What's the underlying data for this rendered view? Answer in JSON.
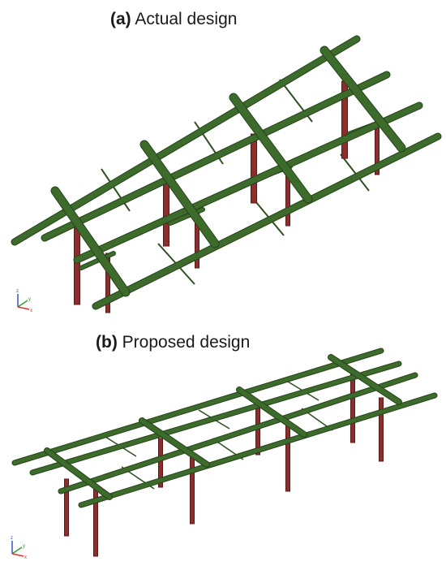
{
  "panels": [
    {
      "label": "(a)",
      "caption": "Actual design"
    },
    {
      "label": "(b)",
      "caption": "Proposed design"
    }
  ],
  "colors": {
    "rail": "#3d6b2c",
    "rail_edge": "#25441a",
    "post": "#8a2e2e",
    "post_edge": "#5a1818",
    "brace": "#2f4f22",
    "axis_x": "#d9342b",
    "axis_y": "#2f9e3a",
    "axis_z": "#3557c4"
  },
  "axes": {
    "x": "x",
    "y": "y",
    "z": "z"
  }
}
